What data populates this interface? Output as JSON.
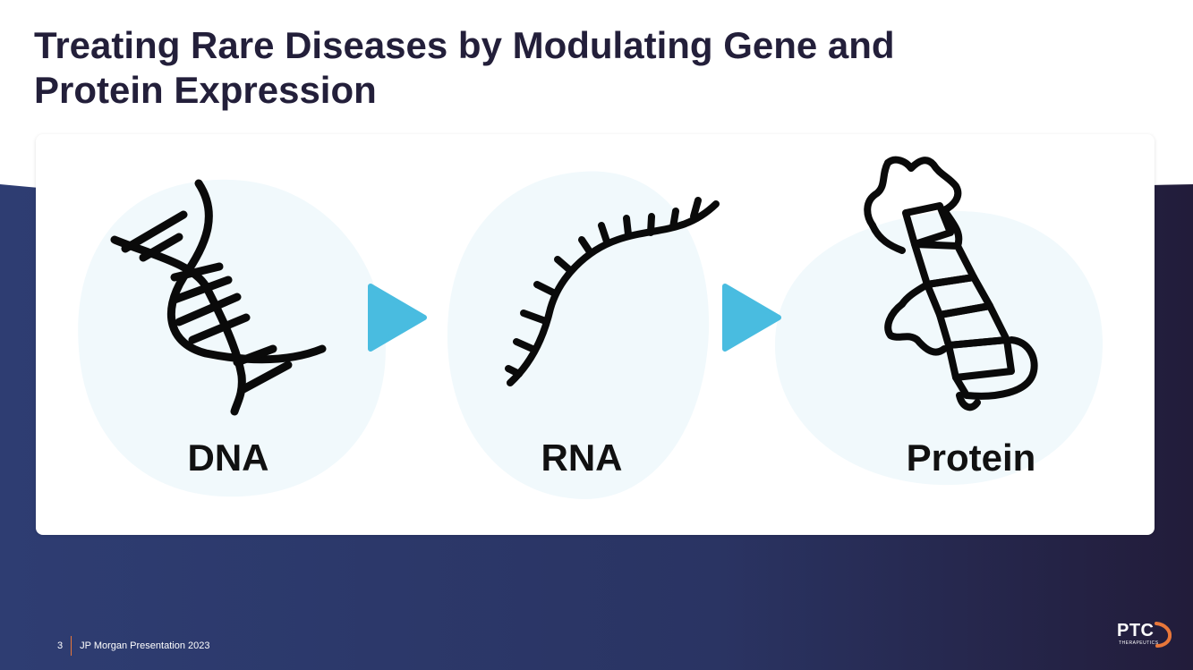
{
  "slide": {
    "title": "Treating Rare Diseases by Modulating Gene and Protein Expression",
    "stages": [
      {
        "label": "DNA",
        "icon": "dna-helix-icon"
      },
      {
        "label": "RNA",
        "icon": "rna-strand-icon"
      },
      {
        "label": "Protein",
        "icon": "protein-fold-icon"
      }
    ],
    "arrow_icon": "play-arrow-icon"
  },
  "footer": {
    "page_number": "3",
    "presentation": "JP Morgan Presentation 2023"
  },
  "logo": {
    "name": "PTC",
    "tagline": "THERAPEUTICS"
  },
  "colors": {
    "title": "#231f3a",
    "background_navy": "#2b3a6b",
    "background_dark": "#221d3b",
    "arrow": "#49bce0",
    "blob": "#f1f9fc",
    "accent_orange": "#e8773a"
  }
}
